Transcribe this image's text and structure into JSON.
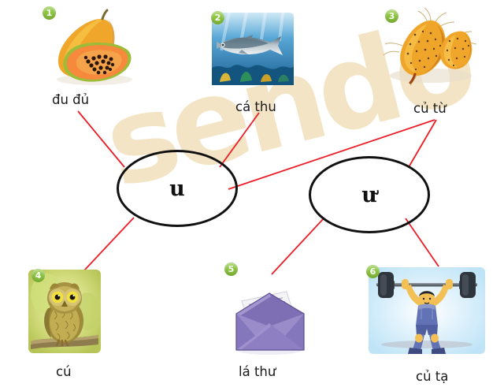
{
  "worksheet": {
    "watermark_text": "sendo",
    "line_color": "#ee1c25",
    "badge_color": "#8cc63e",
    "oval_border_color": "#111111"
  },
  "ovals": [
    {
      "id": "u",
      "glyph": "u"
    },
    {
      "id": "uw",
      "glyph": "ư"
    }
  ],
  "items": [
    {
      "number": "1",
      "label": "đu đủ",
      "icon": "papaya-icon",
      "target": "u"
    },
    {
      "number": "2",
      "label": "cá thu",
      "icon": "mackerel-icon",
      "target": "u"
    },
    {
      "number": "3",
      "label": "củ từ",
      "icon": "tuber-icon",
      "target": "uw"
    },
    {
      "number": "4",
      "label": "cú",
      "icon": "owl-icon",
      "target": "u"
    },
    {
      "number": "5",
      "label": "lá thư",
      "icon": "envelope-icon",
      "target": "uw"
    },
    {
      "number": "6",
      "label": "củ tạ",
      "icon": "weightlifter-icon",
      "target": "uw"
    }
  ]
}
